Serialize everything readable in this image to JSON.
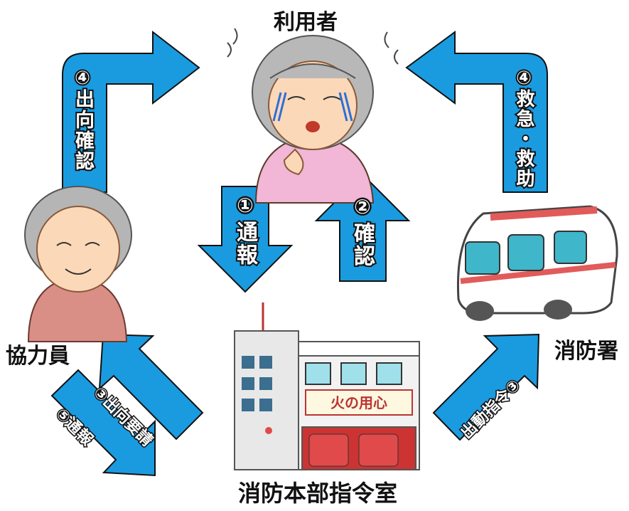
{
  "nodes": {
    "user": "利用者",
    "cooperator": "協力員",
    "fire_station": "消防署",
    "command_room": "消防本部指令室"
  },
  "arrows": {
    "report": {
      "num": "①",
      "text": "通報"
    },
    "confirm": {
      "num": "②",
      "text": "確認"
    },
    "dispatch_check": {
      "num": "④",
      "text": "出向確認"
    },
    "rescue": {
      "num": "④",
      "text": "救急・救助"
    },
    "request": {
      "num": "③",
      "text": "出向要請"
    },
    "dispatch_order": {
      "num": "③",
      "text": "出動指令"
    },
    "report2": {
      "num": "⑤",
      "text": "通報"
    }
  },
  "building_sign": "火の用心",
  "colors": {
    "arrow": "#1a9be0",
    "outline": "#111111",
    "bldg": "#e8e8e8"
  }
}
